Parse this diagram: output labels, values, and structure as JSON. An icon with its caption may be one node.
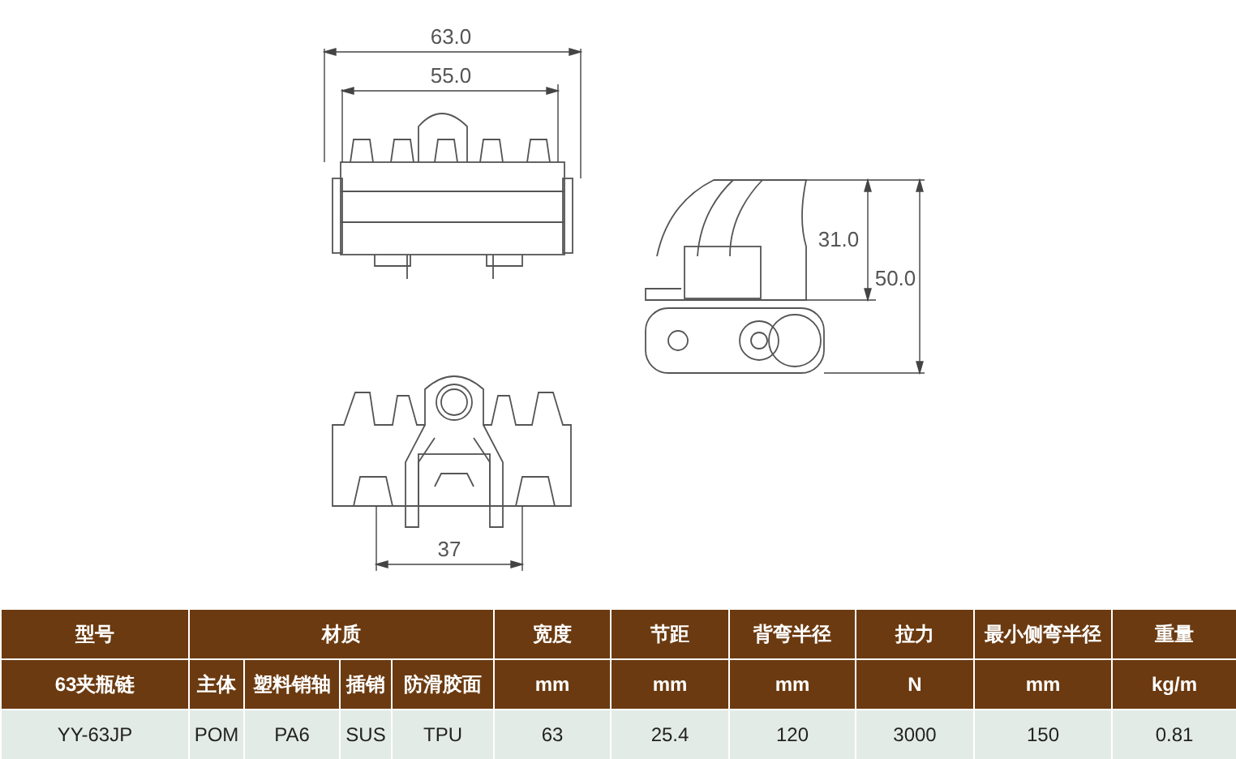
{
  "diagram": {
    "labels": [
      "63.0",
      "55.0",
      "31.0",
      "50.0",
      "37",
      "型号",
      "材质",
      "宽度",
      "节距",
      "背弯半径",
      "拉力",
      "最小侧弯半径",
      "重量",
      "63夹瓶链",
      "主体",
      "塑料销轴",
      "插销",
      "防滑胶面",
      "mm",
      "mm",
      "mm",
      "N",
      "mm",
      "kg/m",
      "YY-63JP",
      "POM",
      "PA6",
      "SUS",
      "TPU",
      "63",
      "25.4",
      "120",
      "3000",
      "150",
      "0.81"
    ]
  }
}
